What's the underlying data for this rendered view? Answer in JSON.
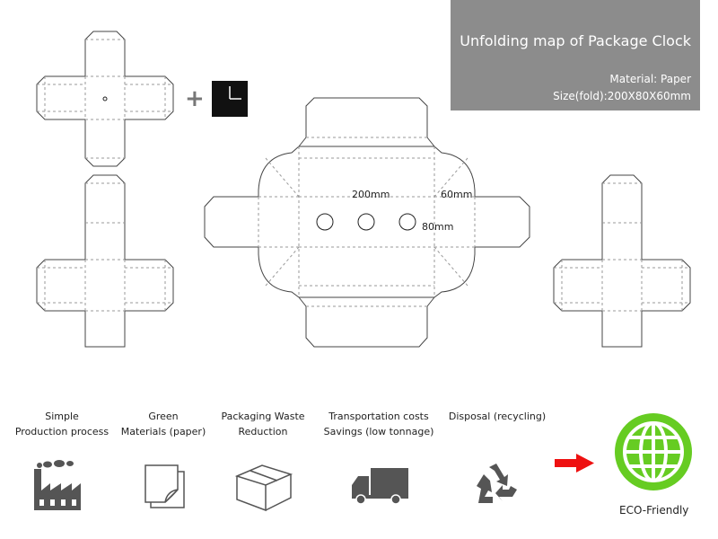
{
  "title_panel": {
    "title": "Unfolding map of Package Clock",
    "material": "Material: Paper",
    "size": "Size(fold):200X80X60mm"
  },
  "dimensions": {
    "length": "200mm",
    "height": "60mm",
    "width": "80mm"
  },
  "plus_symbol": "+",
  "features": [
    {
      "line1": "Simple",
      "line2": "Production process",
      "icon": "factory-icon"
    },
    {
      "line1": "Green",
      "line2": "Materials (paper)",
      "icon": "paper-sheets-icon"
    },
    {
      "line1": "Packaging Waste",
      "line2": "Reduction",
      "icon": "box-icon"
    },
    {
      "line1": "Transportation costs",
      "line2": "Savings (low tonnage)",
      "icon": "truck-icon"
    },
    {
      "line1": "Disposal (recycling)",
      "line2": "",
      "icon": "recycle-icon"
    }
  ],
  "eco": {
    "label": "ECO-Friendly",
    "icon": "globe-icon"
  },
  "colors": {
    "panel": "#8c8c8c",
    "arrow": "#ee1111",
    "eco_green": "#66cc22",
    "icon_gray": "#555555",
    "line": "#444444",
    "fold_line": "#999999"
  }
}
